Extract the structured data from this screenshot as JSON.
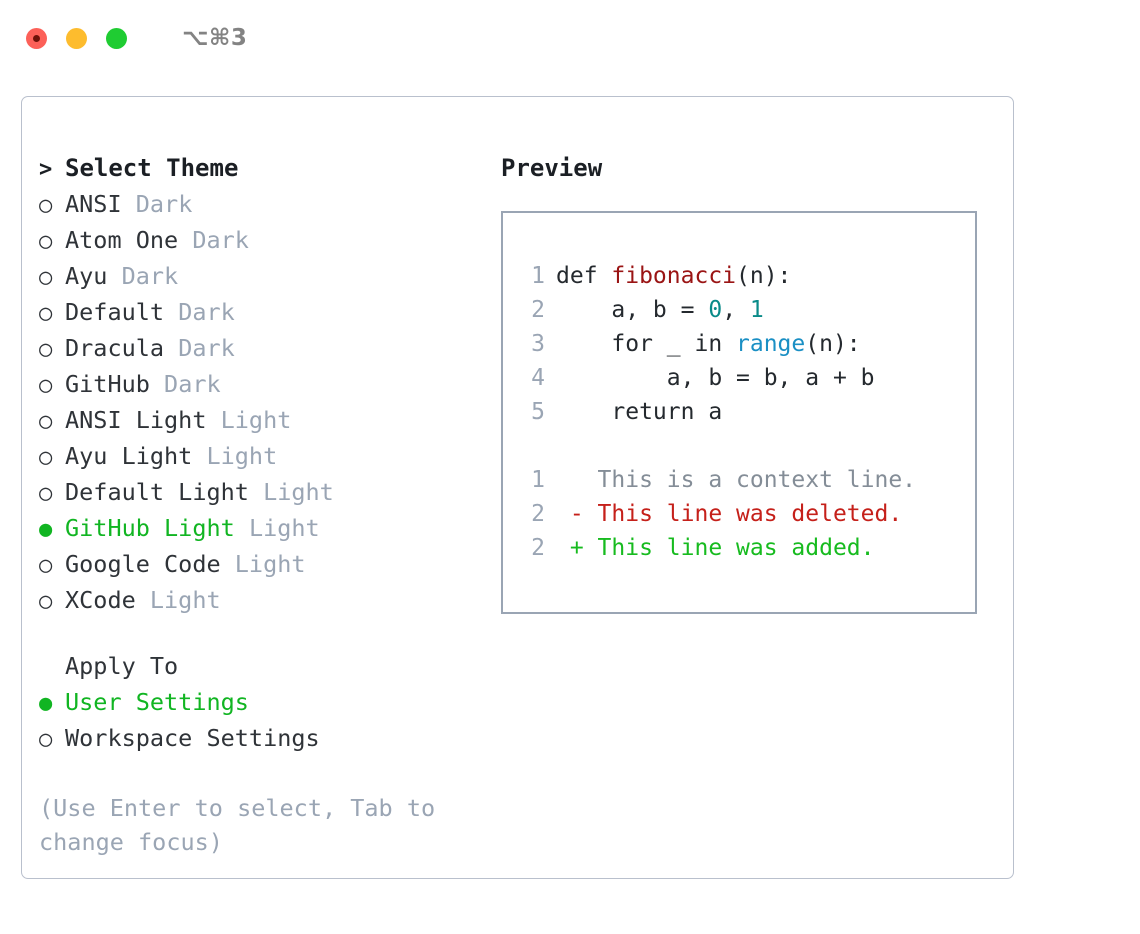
{
  "titlebar": {
    "shortcut": "⌥⌘3",
    "buttons": [
      {
        "name": "close",
        "color": "#fc6058"
      },
      {
        "name": "minimize",
        "color": "#fdbc2e"
      },
      {
        "name": "zoom",
        "color": "#1fcc32"
      }
    ]
  },
  "theme_panel": {
    "heading_prefix": ">",
    "heading": "Select Theme",
    "bullet_selected": "●",
    "bullet_unselected": "○",
    "items": [
      {
        "name": "ANSI",
        "kind": "Dark",
        "selected": false
      },
      {
        "name": "Atom One",
        "kind": "Dark",
        "selected": false
      },
      {
        "name": "Ayu",
        "kind": "Dark",
        "selected": false
      },
      {
        "name": "Default",
        "kind": "Dark",
        "selected": false
      },
      {
        "name": "Dracula",
        "kind": "Dark",
        "selected": false
      },
      {
        "name": "GitHub",
        "kind": "Dark",
        "selected": false
      },
      {
        "name": "ANSI Light",
        "kind": "Light",
        "selected": false
      },
      {
        "name": "Ayu Light",
        "kind": "Light",
        "selected": false
      },
      {
        "name": "Default Light",
        "kind": "Light",
        "selected": false
      },
      {
        "name": "GitHub Light",
        "kind": "Light",
        "selected": true
      },
      {
        "name": "Google Code",
        "kind": "Light",
        "selected": false
      },
      {
        "name": "XCode",
        "kind": "Light",
        "selected": false
      }
    ]
  },
  "apply_to": {
    "heading": "Apply To",
    "options": [
      {
        "label": "User Settings",
        "selected": true
      },
      {
        "label": "Workspace Settings",
        "selected": false
      }
    ]
  },
  "hint": "(Use Enter to select, Tab to change focus)",
  "preview": {
    "title": "Preview",
    "code_lines": [
      {
        "no": "1",
        "tokens": [
          {
            "t": "def ",
            "c": "plain"
          },
          {
            "t": "fibonacci",
            "c": "fn"
          },
          {
            "t": "(n):",
            "c": "plain"
          }
        ]
      },
      {
        "no": "2",
        "tokens": [
          {
            "t": "    a, b = ",
            "c": "plain"
          },
          {
            "t": "0",
            "c": "num"
          },
          {
            "t": ", ",
            "c": "plain"
          },
          {
            "t": "1",
            "c": "num"
          }
        ]
      },
      {
        "no": "3",
        "tokens": [
          {
            "t": "    for _ in ",
            "c": "plain"
          },
          {
            "t": "range",
            "c": "call"
          },
          {
            "t": "(n):",
            "c": "plain"
          }
        ]
      },
      {
        "no": "4",
        "tokens": [
          {
            "t": "        a, b = b, a + b",
            "c": "plain"
          }
        ]
      },
      {
        "no": "5",
        "tokens": [
          {
            "t": "    return a",
            "c": "plain"
          }
        ]
      }
    ],
    "diff_lines": [
      {
        "no": "1",
        "marker": " ",
        "text": " This is a context line.",
        "kind": "context"
      },
      {
        "no": "2",
        "marker": "-",
        "text": " This line was deleted.",
        "kind": "del"
      },
      {
        "no": "2",
        "marker": "+",
        "text": " This line was added.",
        "kind": "add"
      }
    ]
  },
  "colors": {
    "accent_green": "#11b522",
    "muted": "#9aa5b4",
    "text": "#2f3338",
    "fn_red": "#9a1414",
    "num_teal": "#0a8b89",
    "call_blue": "#1a8fc4",
    "diff_del": "#c5201a",
    "diff_add": "#17bb1f"
  }
}
